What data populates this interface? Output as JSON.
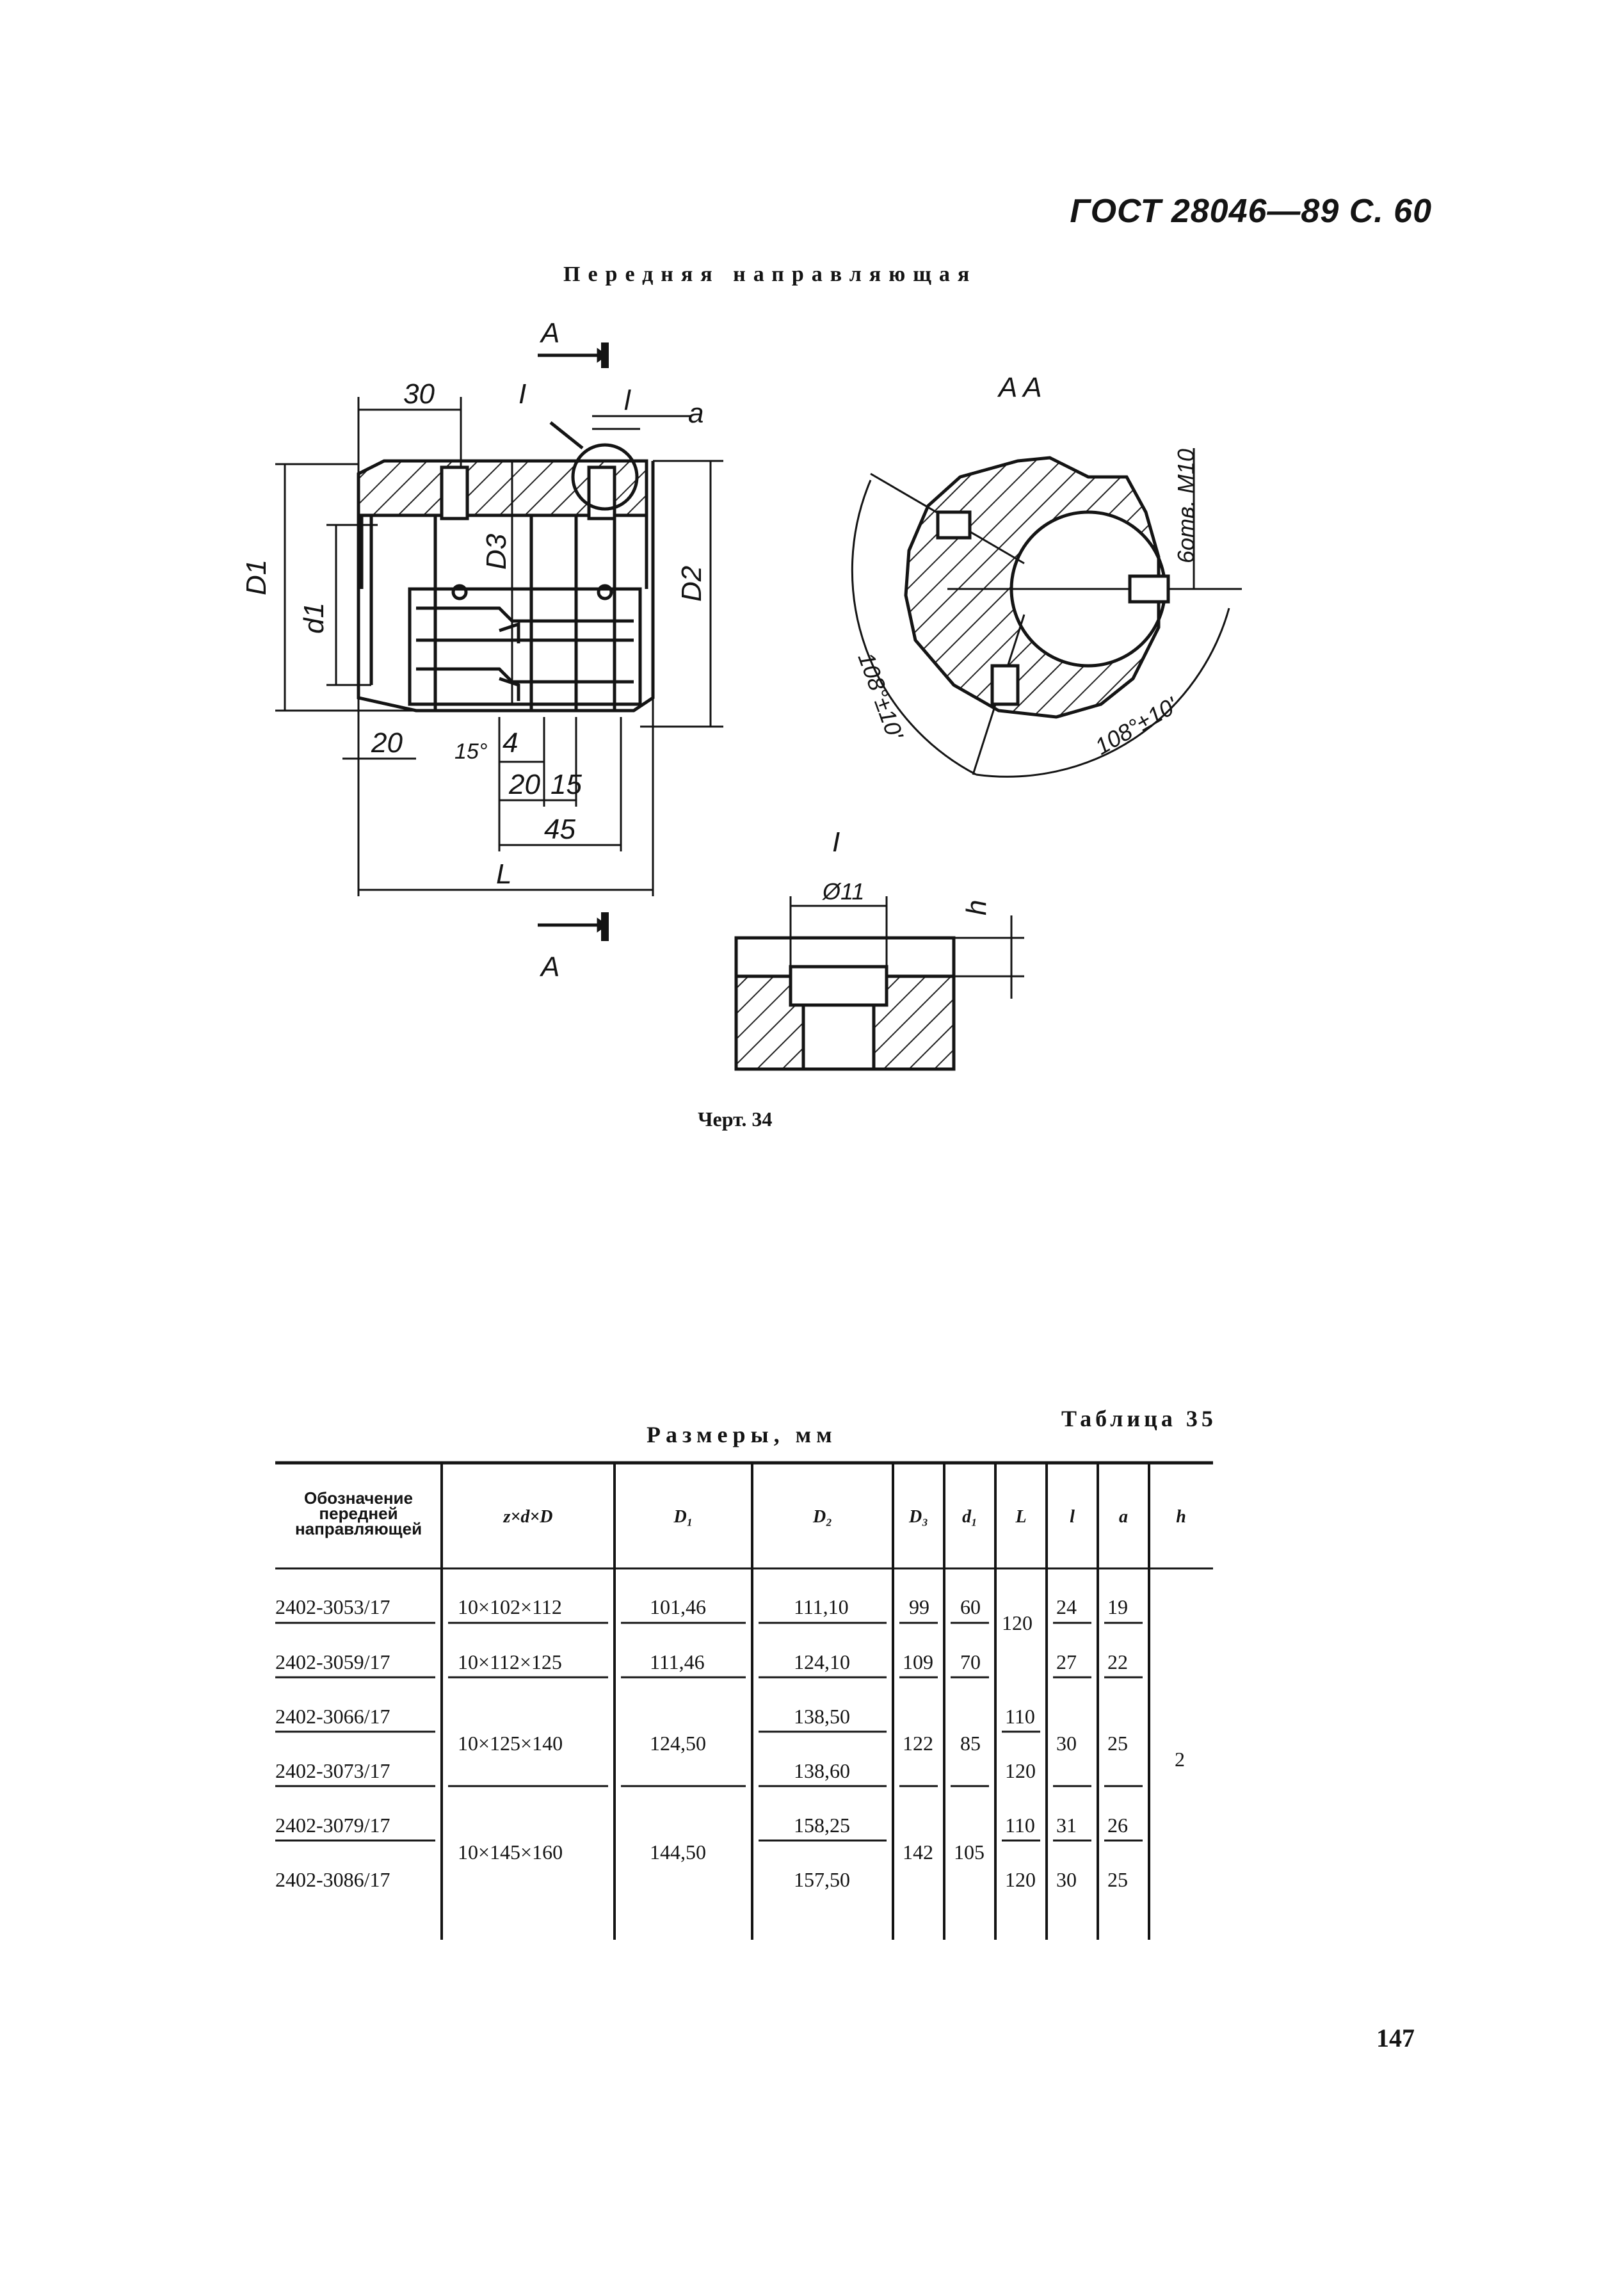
{
  "header": {
    "text": "ГОСТ 28046—89 С. 60"
  },
  "drawing": {
    "title": "Передняя направляющая",
    "labels": {
      "section_a_top": "A",
      "section_a_bottom": "A",
      "view_aa": "A A",
      "detail_marker": "I",
      "detail_title": "I",
      "dim_30": "30",
      "dim_l": "l",
      "dim_a": "a",
      "dim_D1": "D1",
      "dim_d1": "d1",
      "dim_D3": "D3",
      "dim_D2": "D2",
      "dim_20_left": "20",
      "dim_15deg": "15°",
      "dim_4": "4",
      "dim_20": "20",
      "dim_15": "15",
      "dim_45": "45",
      "dim_L": "L",
      "holes": "6отв. M10",
      "angle_left": "108°±10'",
      "angle_right": "108°±10'",
      "dim_d11": "Ø11",
      "dim_h": "h"
    },
    "caption": "Черт. 34"
  },
  "table": {
    "caption": "Таблица 35",
    "units": "Размеры, мм",
    "headers": {
      "designation": "Обозначение передней направляющей",
      "zdD": "z×d×D",
      "D1": "D₁",
      "D2": "D₂",
      "D3": "D₃",
      "d1": "d₁",
      "L": "L",
      "l": "l",
      "a": "a",
      "h": "h"
    },
    "rows": [
      {
        "designation": "2402-3053/17",
        "zdD": "10×102×112",
        "D1": "101,46",
        "D2": "111,10",
        "D3": "99",
        "d1": "60",
        "l": "24",
        "a": "19"
      },
      {
        "designation": "2402-3059/17",
        "zdD": "10×112×125",
        "D1": "111,46",
        "D2": "124,10",
        "D3": "109",
        "d1": "70",
        "l": "27",
        "a": "22"
      },
      {
        "designation": "2402-3066/17",
        "D2": "138,50",
        "L": "110"
      },
      {
        "designation": "2402-3073/17",
        "D2": "138,60",
        "L": "120"
      },
      {
        "designation": "2402-3079/17",
        "D2": "158,25",
        "L": "110",
        "l": "31",
        "a": "26"
      },
      {
        "designation": "2402-3086/17",
        "D2": "157,50",
        "L": "120",
        "l": "30",
        "a": "25"
      }
    ],
    "merged": {
      "L_rows_1_2": "120",
      "zdD_rows_3_4": "10×125×140",
      "D1_rows_3_4": "124,50",
      "D3_rows_3_4": "122",
      "d1_rows_3_4": "85",
      "l_rows_3_4": "30",
      "a_rows_3_4": "25",
      "zdD_rows_5_6": "10×145×160",
      "D1_rows_5_6": "144,50",
      "D3_rows_5_6": "142",
      "d1_rows_5_6": "105",
      "h_all": "2"
    }
  },
  "page_number": "147"
}
